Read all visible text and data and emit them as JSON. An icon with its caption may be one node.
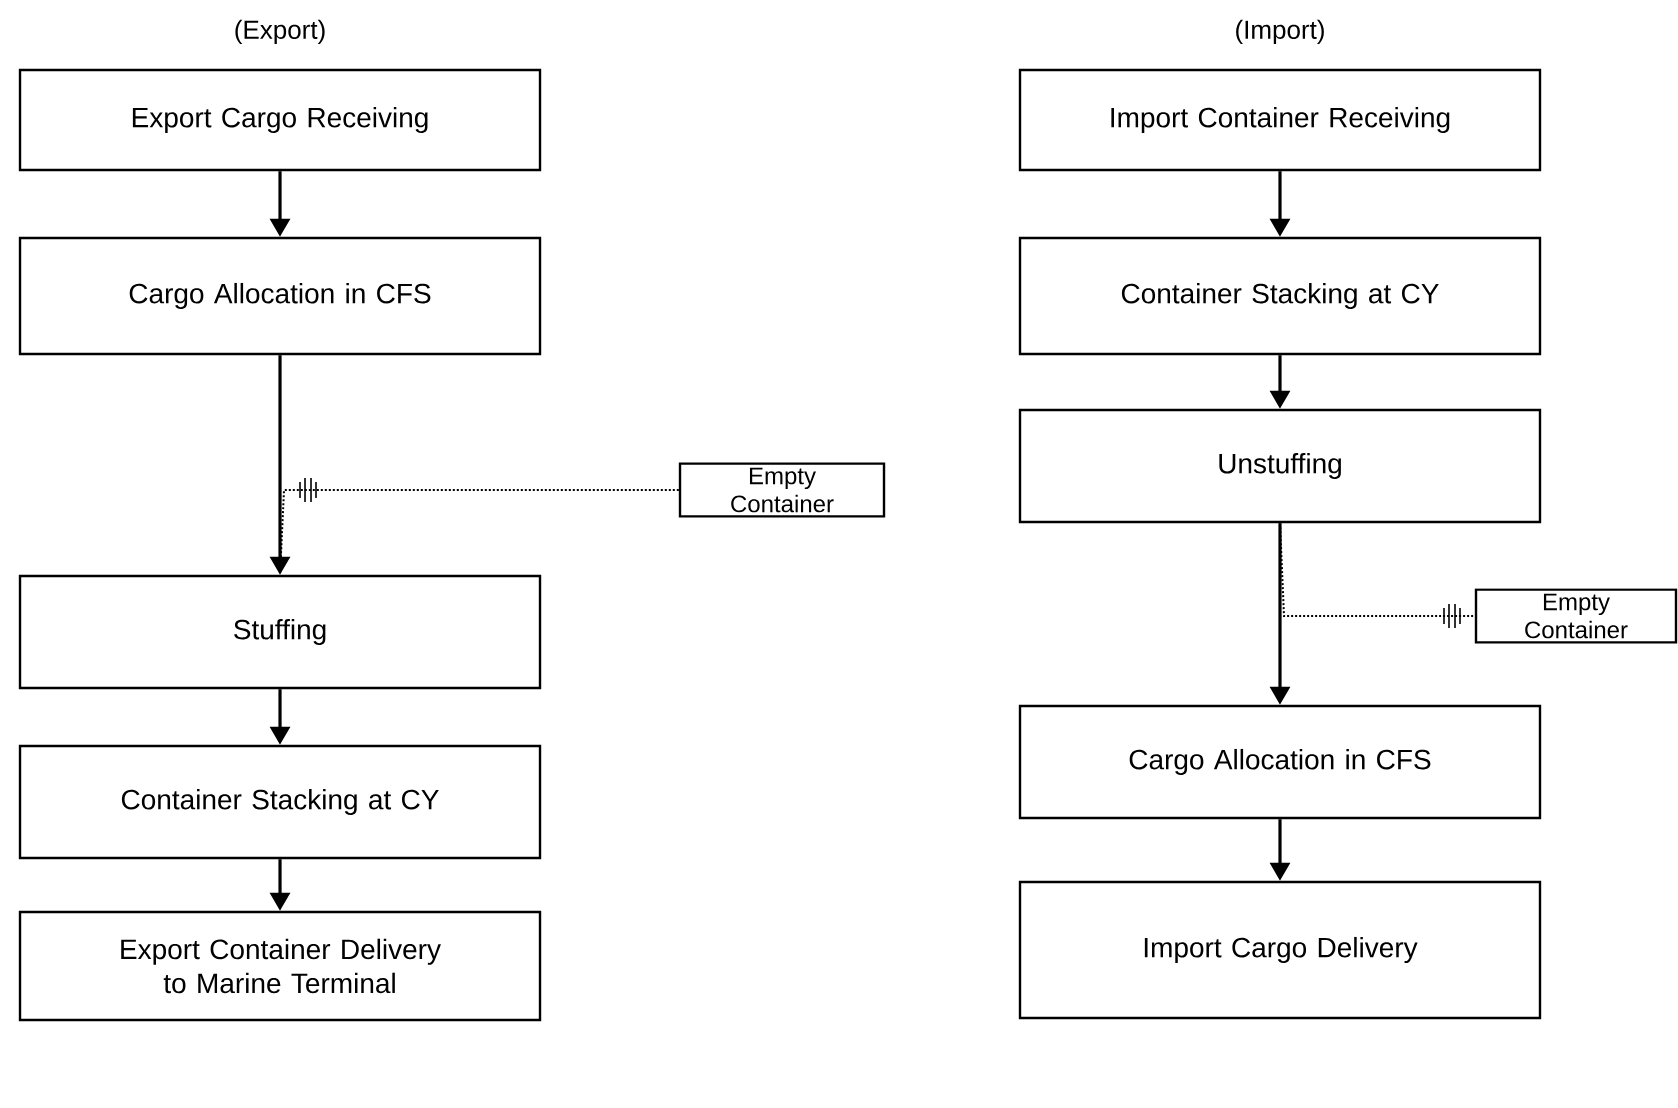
{
  "diagram": {
    "nodes": [
      {
        "text": [
          "Export Cargo Receiving"
        ]
      },
      {
        "text": [
          "Cargo Allocation in CFS"
        ]
      },
      {
        "text": [
          "Empty Container"
        ]
      },
      {
        "text": [
          "Stuffing"
        ]
      },
      {
        "text": [
          "Container Stacking at CY"
        ]
      },
      {
        "text": [
          "Export Container Delivery to Marine Terminal"
        ]
      },
      {
        "text": [
          "Import Container Receiving"
        ]
      },
      {
        "text": [
          "Container Stacking at CY"
        ]
      },
      {
        "text": [
          "Unstuffing"
        ]
      },
      {
        "text": [
          "Empty Container"
        ]
      },
      {
        "text": [
          "Cargo Allocation in CFS"
        ]
      },
      {
        "text": [
          "Import Cargo Delivery"
        ]
      }
    ],
    "edges": [
      {
        "from": 0,
        "to": 1,
        "arrow": "to"
      },
      {
        "from": 1,
        "to": 3,
        "arrow": "to"
      },
      {
        "from": 2,
        "to": 3,
        "arrow": "none",
        "style": "dashed"
      },
      {
        "from": 3,
        "to": 4,
        "arrow": "to"
      },
      {
        "from": 4,
        "to": 5,
        "arrow": "to"
      },
      {
        "from": 6,
        "to": 7,
        "arrow": "to"
      },
      {
        "from": 7,
        "to": 8,
        "arrow": "to"
      },
      {
        "from": 8,
        "to": 10,
        "arrow": "to"
      },
      {
        "from": 8,
        "to": 9,
        "arrow": "none",
        "style": "dashed"
      },
      {
        "from": 10,
        "to": 11,
        "arrow": "to"
      }
    ],
    "labels": [
      "(Export)",
      "(Import)"
    ]
  }
}
